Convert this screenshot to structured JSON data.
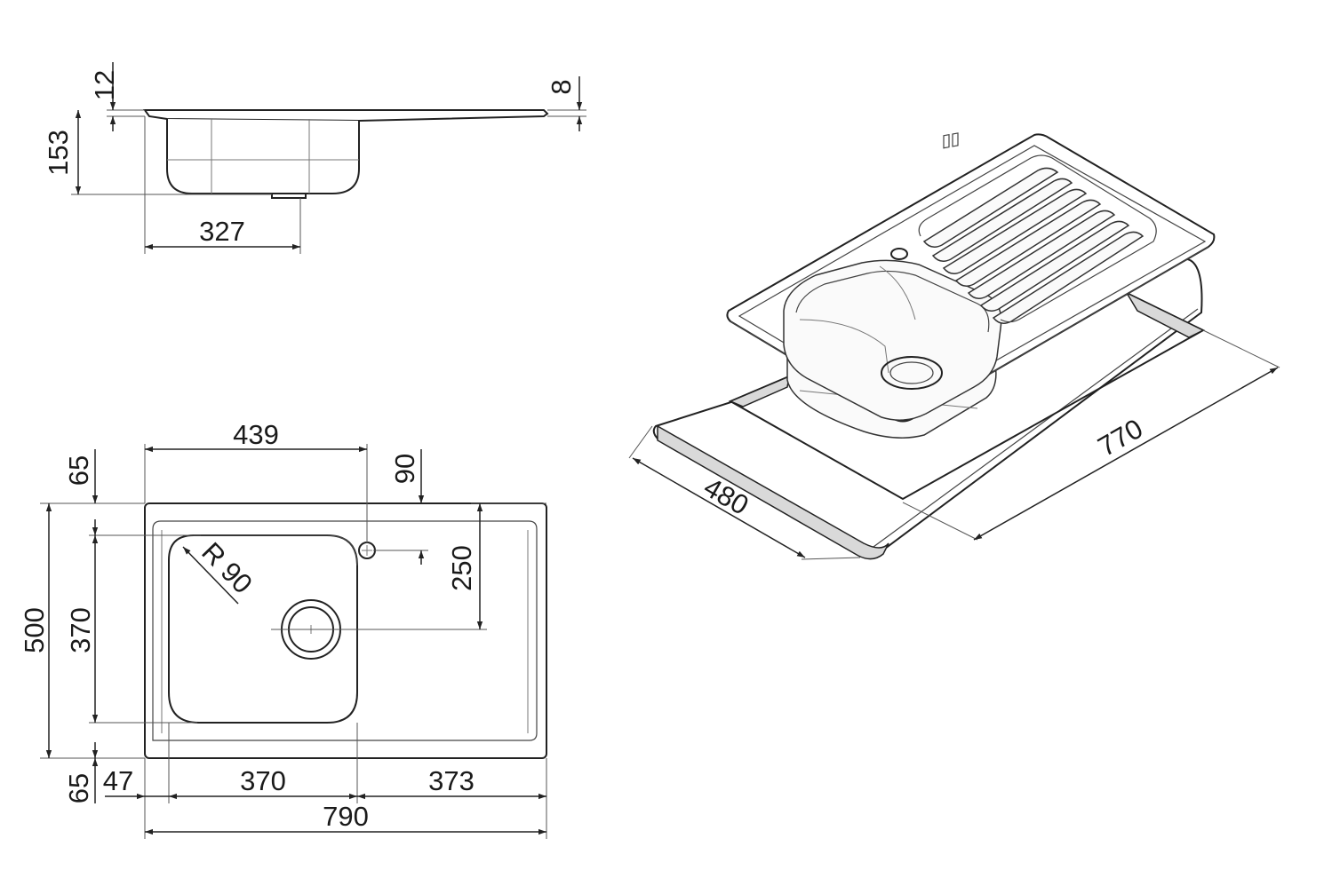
{
  "side_view": {
    "dims": {
      "rim_thickness": "12",
      "drainer_thickness": "8",
      "bowl_depth": "153",
      "drain_offset": "327"
    }
  },
  "top_view": {
    "dims": {
      "tap_hole_x": "439",
      "top_margin": "65",
      "tap_hole_y": "90",
      "drain_y": "250",
      "overall_depth": "500",
      "bowl_depth": "370",
      "radius": "R 90",
      "bottom_margin": "65",
      "left_margin": "47",
      "bowl_width": "370",
      "drainer_width": "373",
      "overall_width": "790"
    }
  },
  "iso_view": {
    "dims": {
      "cutout_depth": "480",
      "cutout_width": "770"
    }
  }
}
